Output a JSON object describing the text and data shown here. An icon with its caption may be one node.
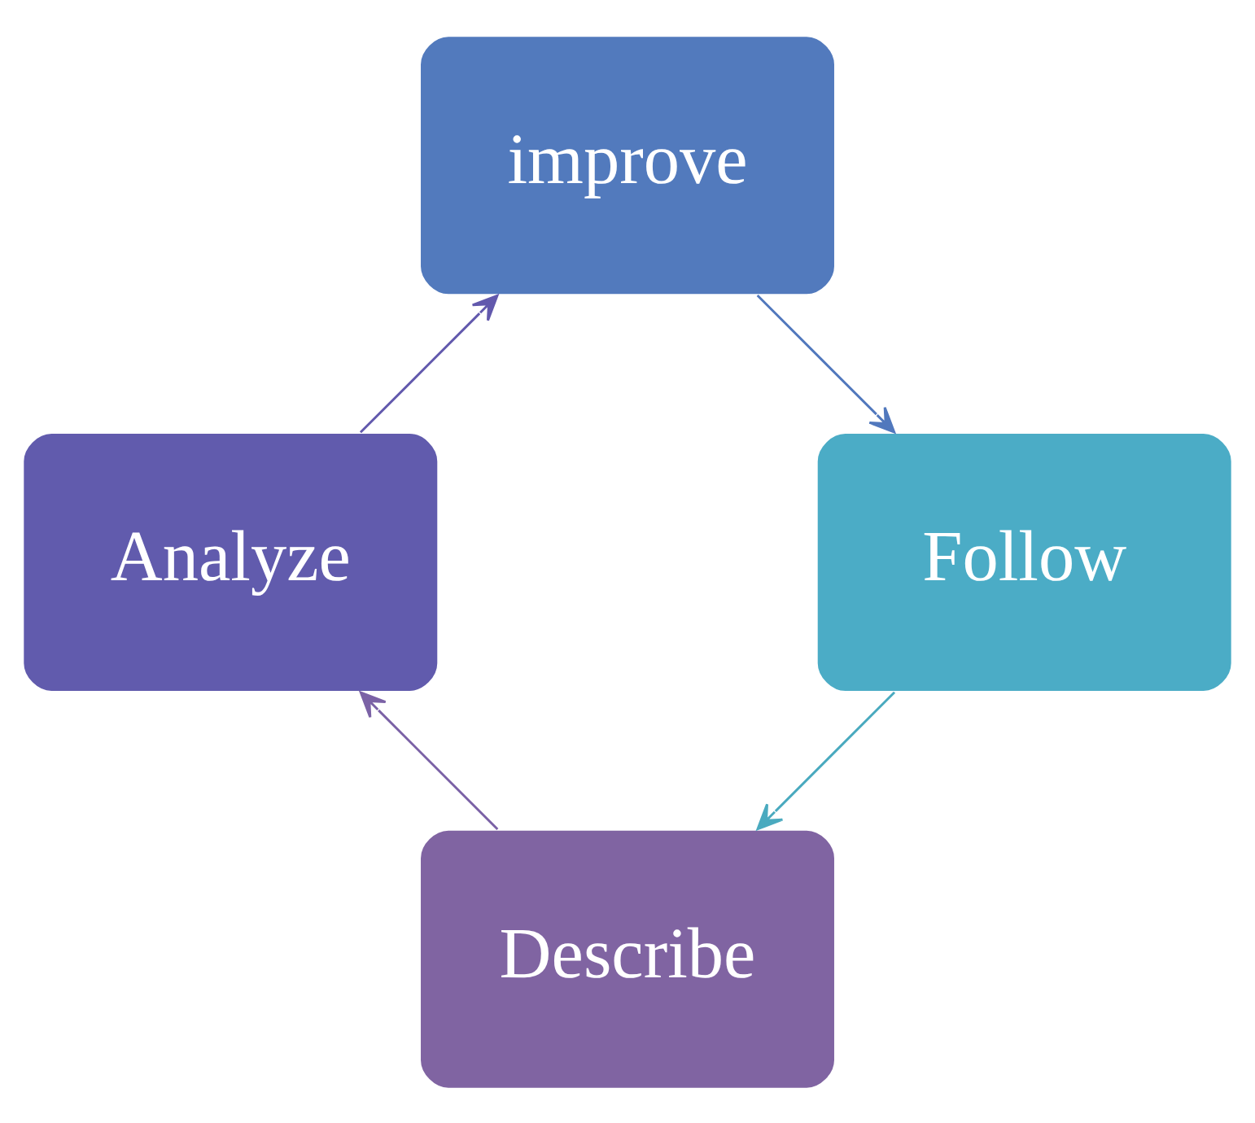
{
  "diagram": {
    "nodes": [
      {
        "text": [
          "Describe"
        ]
      },
      {
        "text": [
          "Analyze"
        ]
      },
      {
        "text": [
          "improve"
        ]
      },
      {
        "text": [
          "Follow"
        ]
      }
    ],
    "edges": [
      {
        "from": 0,
        "to": 1,
        "arrow": "to",
        "color": "#7b62a6"
      },
      {
        "from": 1,
        "to": 2,
        "arrow": "to",
        "color": "#6259ad"
      },
      {
        "from": 2,
        "to": 3,
        "arrow": "to",
        "color": "#5178bd"
      },
      {
        "from": 3,
        "to": 0,
        "arrow": "to",
        "color": "#4aaabf"
      }
    ]
  }
}
